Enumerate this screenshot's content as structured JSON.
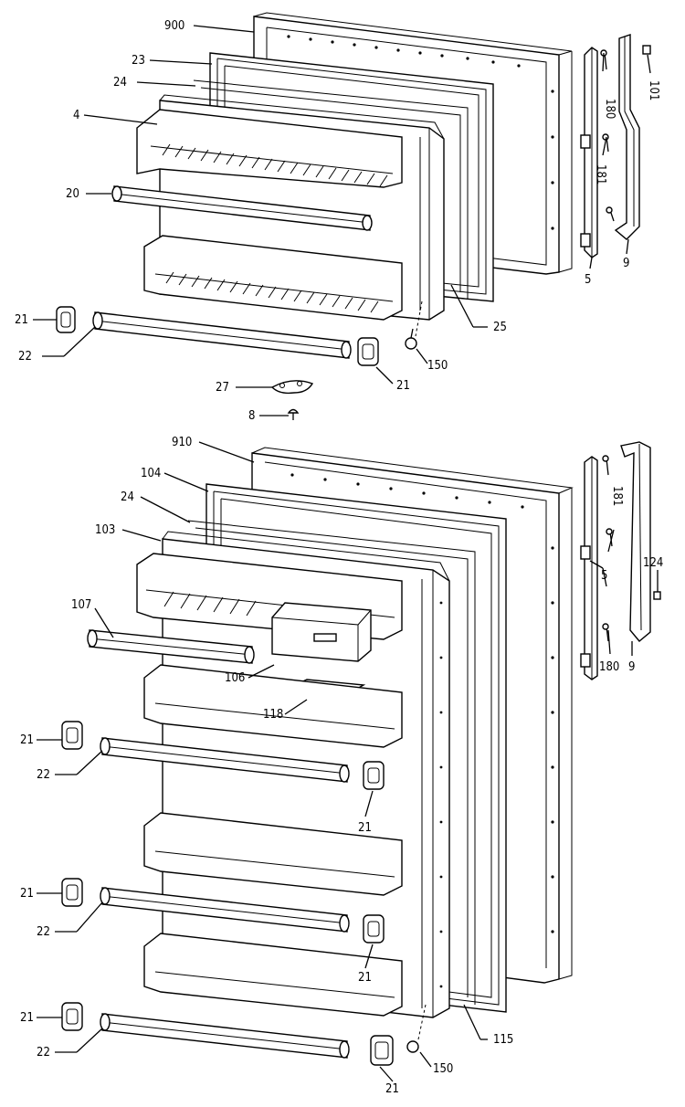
{
  "upper_door": {
    "labels": [
      "900",
      "23",
      "24",
      "4",
      "20",
      "21",
      "22",
      "27",
      "8",
      "21",
      "150",
      "25",
      "180",
      "101",
      "181",
      "5",
      "9"
    ]
  },
  "lower_door": {
    "labels": [
      "910",
      "104",
      "24",
      "103",
      "107",
      "106",
      "118",
      "21",
      "22",
      "21",
      "21",
      "22",
      "21",
      "21",
      "22",
      "21",
      "181",
      "124",
      "5",
      "180",
      "9",
      "115",
      "150"
    ]
  }
}
